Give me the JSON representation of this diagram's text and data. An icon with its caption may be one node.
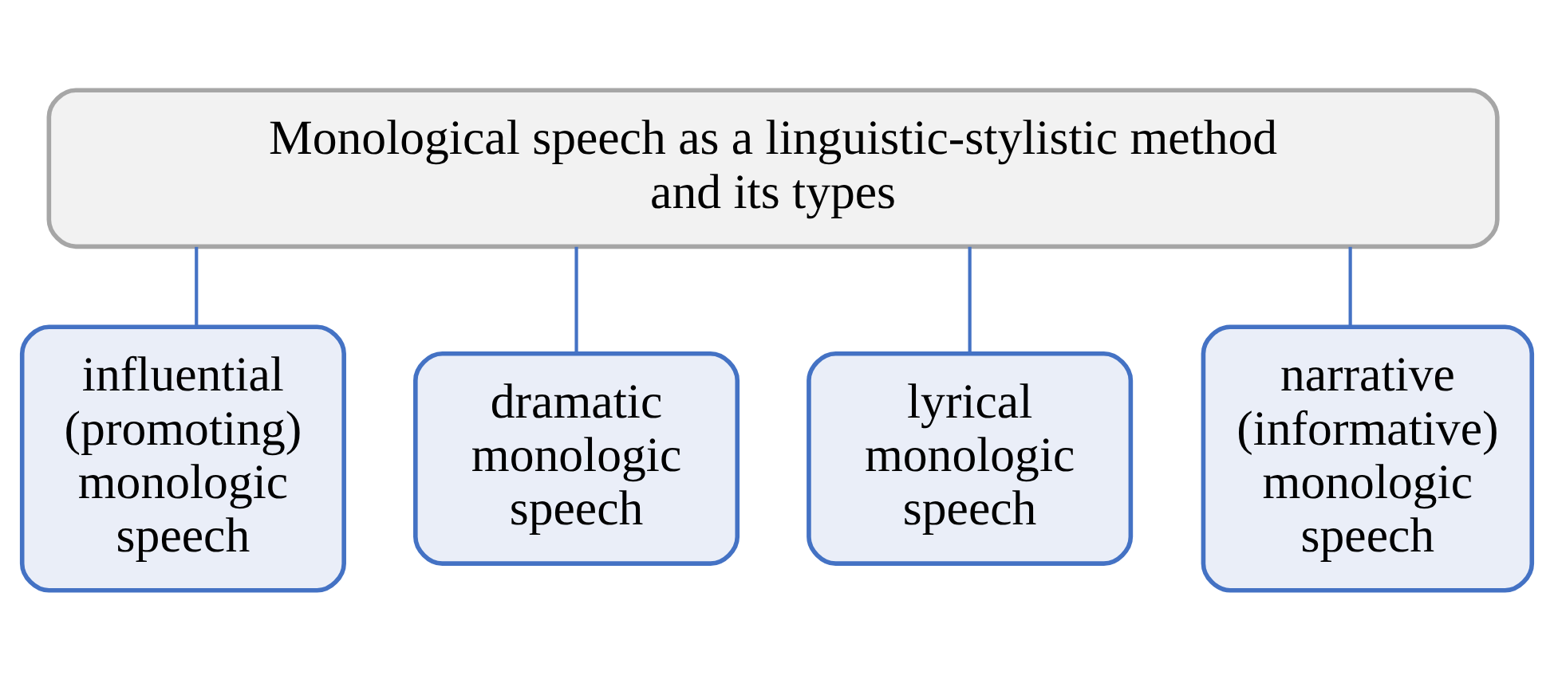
{
  "diagram": {
    "nodes": [
      {
        "text": [
          "Monological speech as a linguistic-stylistic method and its types"
        ]
      },
      {
        "text": [
          "influential (promoting) monologic speech"
        ]
      },
      {
        "text": [
          "dramatic monologic speech"
        ]
      },
      {
        "text": [
          "lyrical monologic speech"
        ]
      },
      {
        "text": [
          "narrative (informative) monologic speech"
        ]
      }
    ],
    "edges": [
      {
        "from": 0,
        "to": 1,
        "arrow": "none"
      },
      {
        "from": 0,
        "to": 2,
        "arrow": "none"
      },
      {
        "from": 0,
        "to": 3,
        "arrow": "none"
      },
      {
        "from": 0,
        "to": 4,
        "arrow": "none"
      }
    ]
  }
}
